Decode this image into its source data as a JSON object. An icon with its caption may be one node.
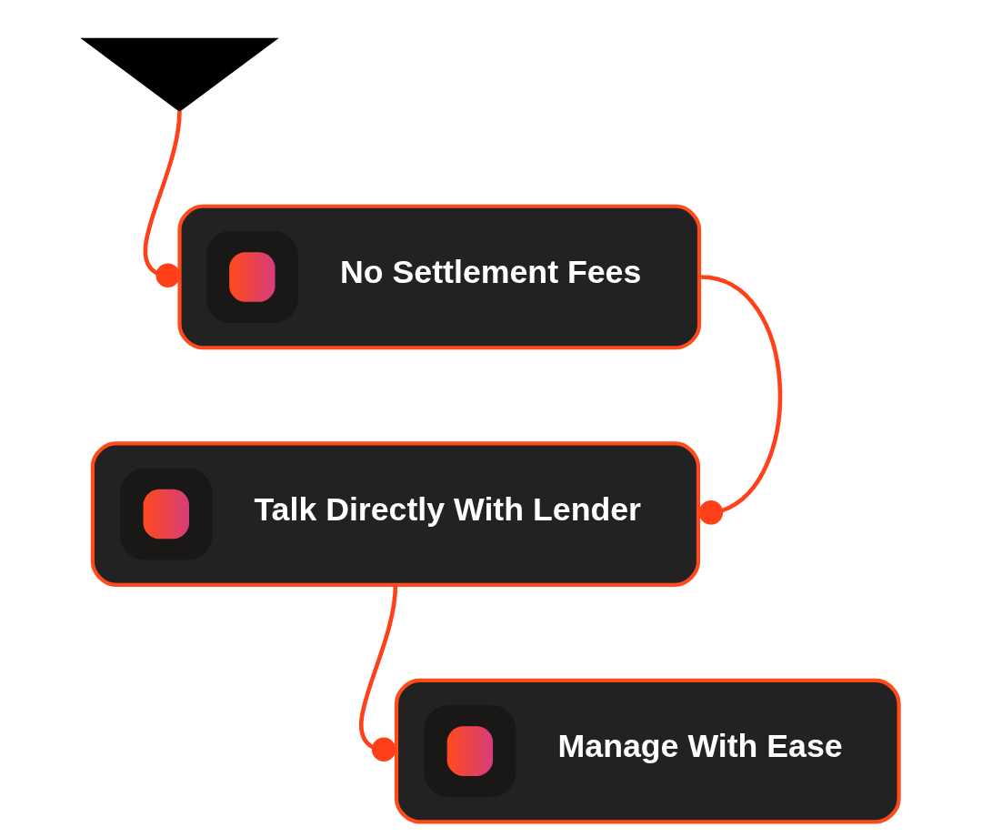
{
  "diagram": {
    "nodes": [
      {
        "text": [],
        "shape": "triangle"
      },
      {
        "text": [
          "No Settlement Fees"
        ]
      },
      {
        "text": [
          "Talk Directly With Lender"
        ]
      },
      {
        "text": [
          "Manage With Ease"
        ]
      }
    ],
    "edges": [
      {
        "from": 0,
        "to": 1,
        "arrow": "other"
      },
      {
        "from": 1,
        "to": 2,
        "arrow": "other"
      },
      {
        "from": 2,
        "to": 3,
        "arrow": "other"
      }
    ]
  }
}
